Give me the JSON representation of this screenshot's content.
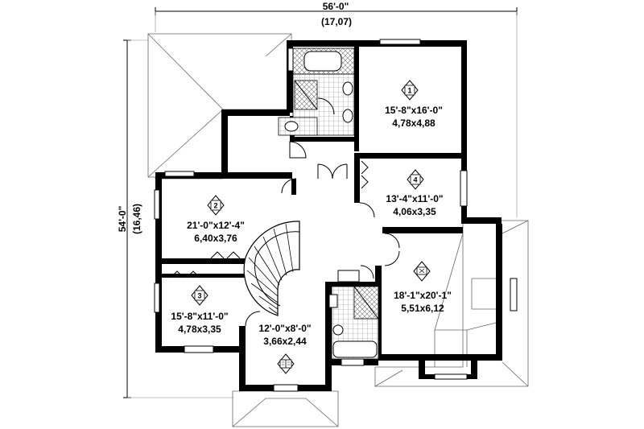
{
  "dimensions": {
    "width_imperial": "56'-0\"",
    "width_metric": "(17,07)",
    "depth_imperial": "54'-0\"",
    "depth_metric": "(16,46)"
  },
  "rooms": [
    {
      "id": "1",
      "imperial": "15'-8\"x16'-0\"",
      "metric": "4,78x4,88"
    },
    {
      "id": "4",
      "imperial": "13'-4\"x11'-0\"",
      "metric": "4,06x3,35"
    },
    {
      "id": "2",
      "imperial": "21'-0\"x12'-4\"",
      "metric": "6,40x3,76"
    },
    {
      "id": "3",
      "imperial": "15'-8\"x11'-0\"",
      "metric": "4,78x3,35"
    },
    {
      "id": "study",
      "imperial": "12'-0\"x8'-0\"",
      "metric": "3,66x2,44"
    },
    {
      "id": "family",
      "imperial": "18'-1\"x20'-1\"",
      "metric": "5,51x6,12"
    }
  ],
  "badges": [
    {
      "room": "1",
      "label": "1"
    },
    {
      "room": "4",
      "label": "4"
    },
    {
      "room": "2",
      "label": "2"
    },
    {
      "room": "3",
      "label": "3"
    }
  ]
}
